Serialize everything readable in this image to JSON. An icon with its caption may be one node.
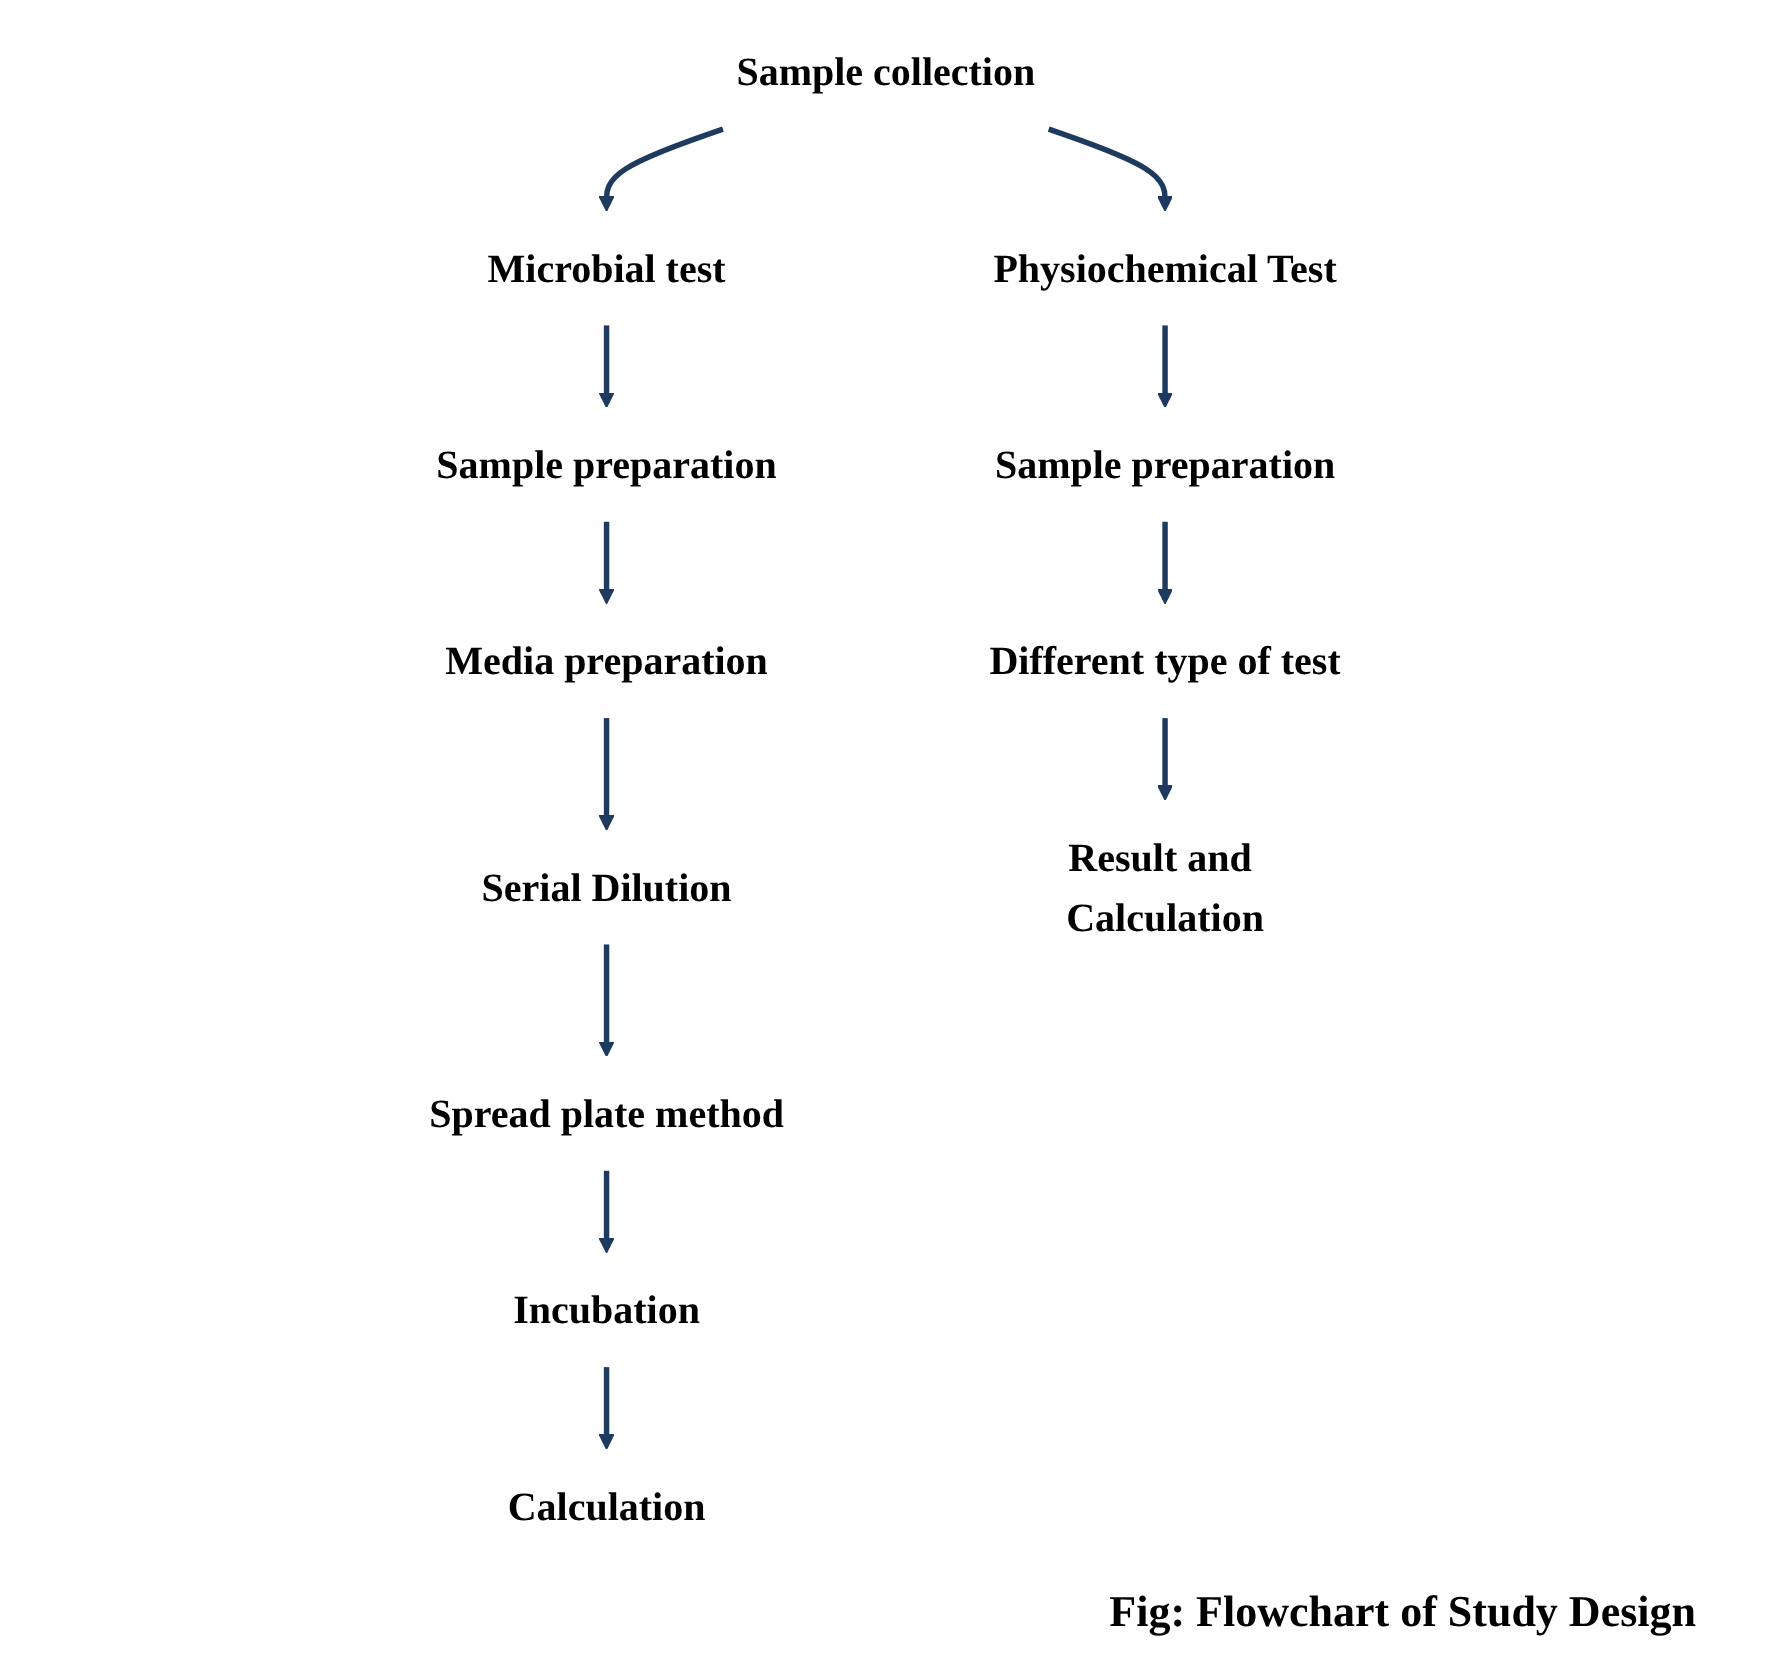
{
  "diagram": {
    "caption": "Fig: Flowchart of Study Design",
    "nodes": [
      {
        "text": [
          "Sample collection"
        ]
      },
      {
        "text": [
          "Microbial test"
        ]
      },
      {
        "text": [
          "Physiochemical Test"
        ]
      },
      {
        "text": [
          "Sample preparation"
        ]
      },
      {
        "text": [
          "Media preparation"
        ]
      },
      {
        "text": [
          "Serial Dilution"
        ]
      },
      {
        "text": [
          "Spread plate method"
        ]
      },
      {
        "text": [
          "Incubation"
        ]
      },
      {
        "text": [
          "Calculation"
        ]
      },
      {
        "text": [
          "Sample preparation"
        ]
      },
      {
        "text": [
          "Different type of test"
        ]
      },
      {
        "text": [
          "Result and Calculation"
        ]
      }
    ],
    "edges": [
      {
        "from": 0,
        "to": 1,
        "arrow": "to"
      },
      {
        "from": 0,
        "to": 2,
        "arrow": "to"
      },
      {
        "from": 1,
        "to": 3,
        "arrow": "to"
      },
      {
        "from": 3,
        "to": 4,
        "arrow": "to"
      },
      {
        "from": 4,
        "to": 5,
        "arrow": "to"
      },
      {
        "from": 5,
        "to": 6,
        "arrow": "to"
      },
      {
        "from": 6,
        "to": 7,
        "arrow": "to"
      },
      {
        "from": 7,
        "to": 8,
        "arrow": "to"
      },
      {
        "from": 2,
        "to": 9,
        "arrow": "to"
      },
      {
        "from": 9,
        "to": 10,
        "arrow": "to"
      },
      {
        "from": 10,
        "to": 11,
        "arrow": "to"
      }
    ]
  }
}
